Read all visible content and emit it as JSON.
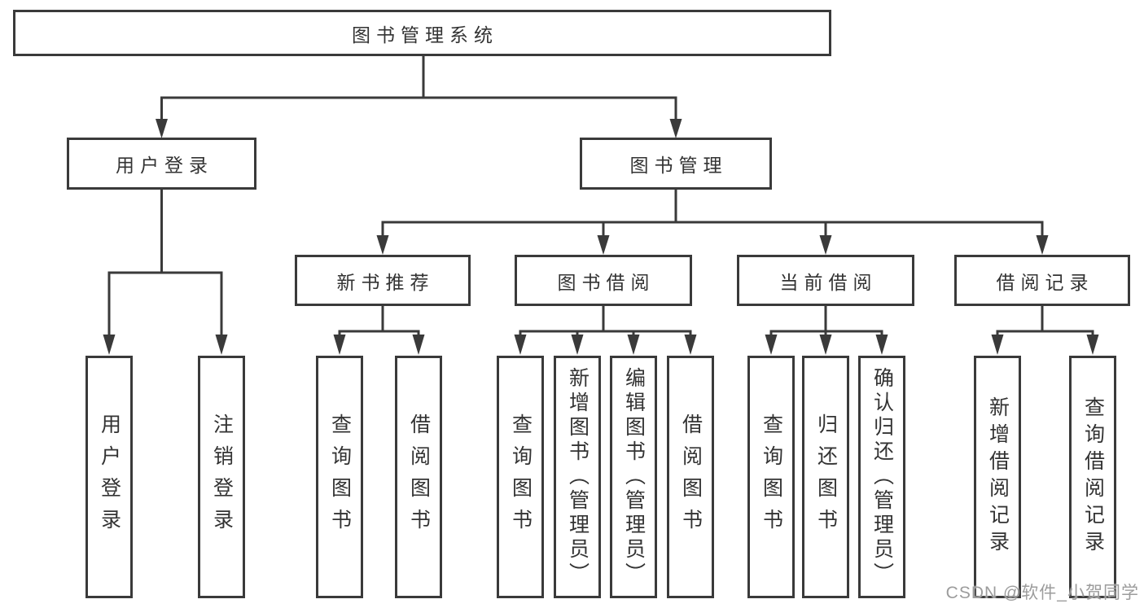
{
  "tree": {
    "root": {
      "label": "图书管理系统"
    },
    "branches": [
      {
        "label": "用户登录",
        "children": [
          {
            "label": "用户登录"
          },
          {
            "label": "注销登录"
          }
        ]
      },
      {
        "label": "图书管理",
        "children": [
          {
            "label": "新书推荐",
            "children": [
              {
                "label": "查询图书"
              },
              {
                "label": "借阅图书"
              }
            ]
          },
          {
            "label": "图书借阅",
            "children": [
              {
                "label": "查询图书"
              },
              {
                "label": "新增图书（管理员）"
              },
              {
                "label": "编辑图书（管理员）"
              },
              {
                "label": "借阅图书"
              }
            ]
          },
          {
            "label": "当前借阅",
            "children": [
              {
                "label": "查询图书"
              },
              {
                "label": "归还图书"
              },
              {
                "label": "确认归还（管理员）"
              }
            ]
          },
          {
            "label": "借阅记录",
            "children": [
              {
                "label": "新增借阅记录"
              },
              {
                "label": "查询借阅记录"
              }
            ]
          }
        ]
      }
    ]
  },
  "watermark": {
    "text": "CSDN @软件_小贺同学"
  },
  "colors": {
    "line": "#3a3a3a",
    "text": "#333333",
    "background": "#ffffff",
    "watermark": "#9c9c9c"
  }
}
